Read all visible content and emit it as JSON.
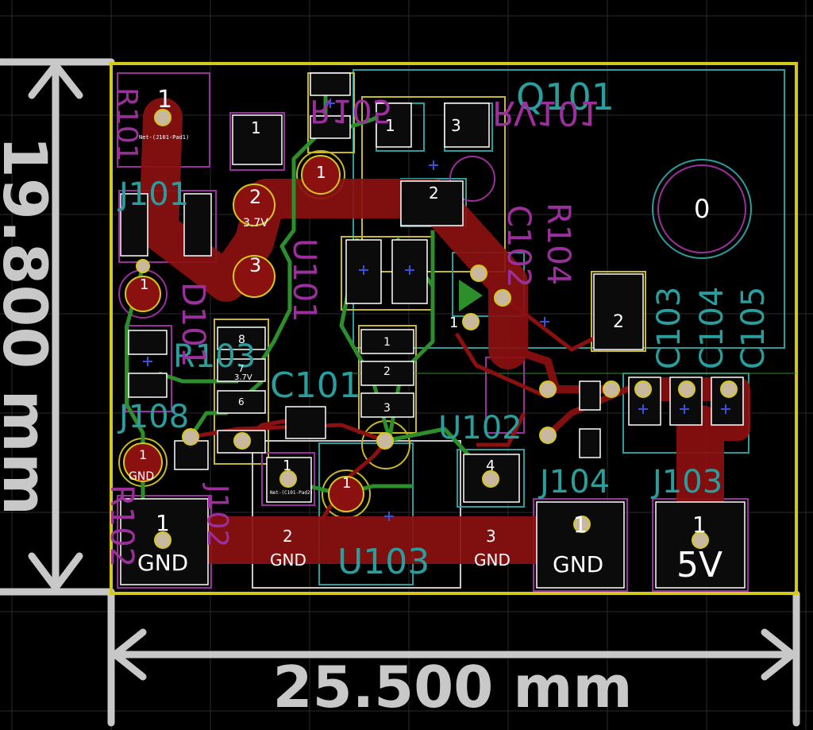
{
  "dimensions": {
    "height": "19.800 mm",
    "width": "25.500 mm"
  },
  "references": {
    "q101": "Q101",
    "rv101": "RV101",
    "r105": "R105",
    "j101": "J101",
    "j108": "J108",
    "r103": "R103",
    "c101": "C101",
    "u102": "U102",
    "u103": "U103",
    "j104": "J104",
    "j103": "J103",
    "c103": "C103",
    "c104": "C104",
    "c105": "C105",
    "r104": "R104",
    "c102": "C102",
    "d101": "D101",
    "u101": "U101",
    "r102": "R102",
    "r101": "R101",
    "j102": "J102"
  },
  "pads": {
    "j101_1": "1",
    "lt_1": "1",
    "lt_2": "2",
    "lt_3": "3",
    "volt_37": "3.7V",
    "rv_1": "1",
    "rv_3": "1",
    "rv_3b": "3",
    "rv_2": "2",
    "mount": "0",
    "d_1": "1",
    "u101_8": "8",
    "u101_7": "7",
    "u101_6": "6",
    "u103_1": "1",
    "u103_2": "2",
    "u103_3": "3",
    "j108_1": "1",
    "j108_gnd": "GND",
    "c101_1": "1",
    "j102_1": "1",
    "j102_gnd": "GND",
    "u102_1": "1",
    "u102_4": "4",
    "j105_1": "1",
    "j105_2": "2",
    "j105_3": "3",
    "gnd2": "GND",
    "gnd3": "GND",
    "j104_1": "1",
    "j104_gnd": "GND",
    "j103_1": "1",
    "j103_5v": "5V",
    "c102_2": "2",
    "c102_1": "1",
    "net_j101": "Net-(J101-Pad1)",
    "net_c101": "Net-(C101-Pad2)"
  },
  "colors": {
    "background": "#000000",
    "copper": "#8b1010",
    "outline": "#d4c81c",
    "courtyard": "#2a9d9d",
    "silk": "#9b2f9b",
    "track": "#2c8f2c"
  }
}
